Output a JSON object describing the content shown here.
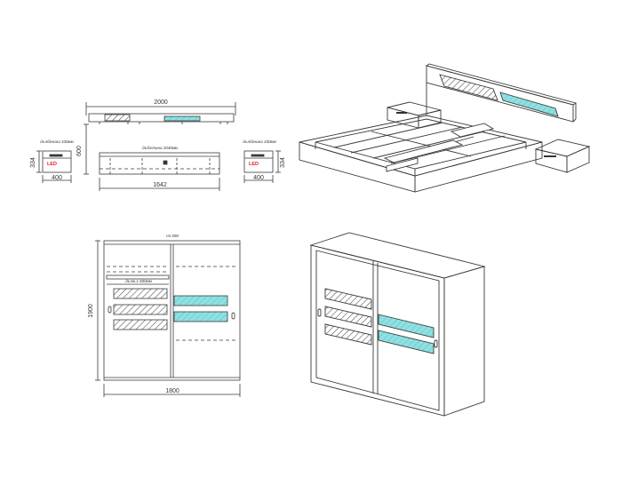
{
  "accent_colors": {
    "line": "#3a3a3a",
    "glass": "#7fd6d8",
    "led_text": "#e02020",
    "hatch": "#555555"
  },
  "bed_front": {
    "overall_width": "2000",
    "inner_width": "1642",
    "height": "600",
    "inner_note": "дъблочина 2040мм"
  },
  "nightstand_left": {
    "height": "334",
    "width": "400",
    "led_label": "LED",
    "note": "дълбочина 330мм"
  },
  "nightstand_right": {
    "height": "334",
    "width": "400",
    "led_label": "LED",
    "note": "дълбочина 330мм"
  },
  "wardrobe_front": {
    "top_note": "пл.590",
    "inner_note": "дълж.1 600мм",
    "height": "1900",
    "width": "1800"
  }
}
